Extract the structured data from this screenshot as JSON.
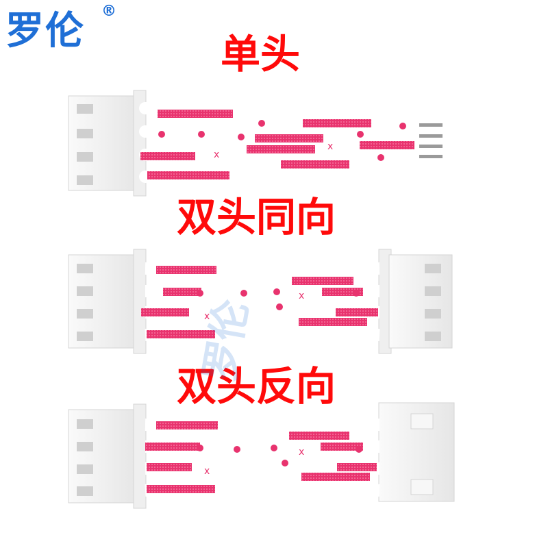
{
  "brand": {
    "name": "罗伦",
    "mark": "®"
  },
  "sections": [
    {
      "label": "单头"
    },
    {
      "label": "双头同向"
    },
    {
      "label": "双头反向"
    }
  ],
  "colors": {
    "brand": "#1f6fd6",
    "label": "#ff0a0a",
    "wire_print": "#e8336e",
    "connector": "#f1f1f1"
  }
}
